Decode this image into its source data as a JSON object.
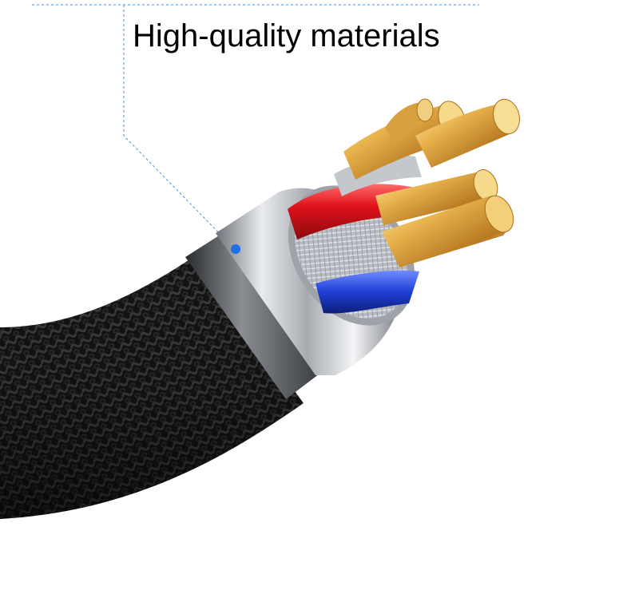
{
  "headline": "High-quality materials",
  "colors": {
    "background": "#ffffff",
    "callout_line": "#4a90d9",
    "callout_dot": "#1f6fe5",
    "braid": "#1b1b1b",
    "metal": "#c9ccd0",
    "wire_red": "#d8141c",
    "wire_blue": "#1e3fd0",
    "copper": "#d9a441"
  },
  "icons": [
    "braided-cable-illustration",
    "metal-sleeve",
    "copper-strands"
  ]
}
